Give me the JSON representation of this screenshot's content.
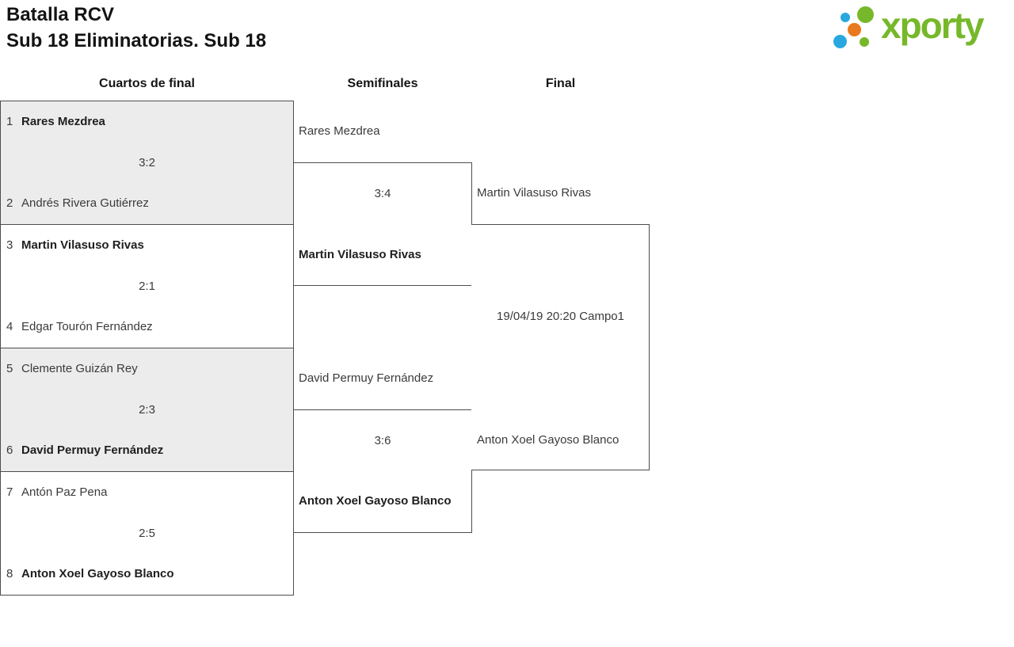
{
  "header": {
    "title_line1": "Batalla RCV",
    "title_line2": "Sub 18 Eliminatorias. Sub 18"
  },
  "logo": {
    "text": "xporty",
    "green": "#76b82a",
    "blue": "#29a8df",
    "orange": "#e8791d"
  },
  "rounds": [
    {
      "label": "Cuartos de final"
    },
    {
      "label": "Semifinales"
    },
    {
      "label": "Final"
    }
  ],
  "quarterfinals": [
    {
      "seed1": "1",
      "player1": "Rares Mezdrea",
      "score": "3:2",
      "seed2": "2",
      "player2": "Andrés Rivera Gutiérrez"
    },
    {
      "seed1": "3",
      "player1": "Martin Vilasuso Rivas",
      "score": "2:1",
      "seed2": "4",
      "player2": "Edgar Tourón Fernández"
    },
    {
      "seed1": "5",
      "player1": "Clemente Guizán Rey",
      "score": "2:3",
      "seed2": "6",
      "player2": "David Permuy Fernández"
    },
    {
      "seed1": "7",
      "player1": "Antón Paz Pena",
      "score": "2:5",
      "seed2": "8",
      "player2": "Anton Xoel Gayoso Blanco"
    }
  ],
  "semifinals": [
    {
      "player1": "Rares Mezdrea",
      "score": "3:4",
      "player2": "Martin Vilasuso Rivas"
    },
    {
      "player1": "David Permuy Fernández",
      "score": "3:6",
      "player2": "Anton Xoel Gayoso Blanco"
    }
  ],
  "final": {
    "player1": "Martin Vilasuso Rivas",
    "info": "19/04/19 20:20 Campo1",
    "player2": "Anton Xoel Gayoso Blanco"
  }
}
